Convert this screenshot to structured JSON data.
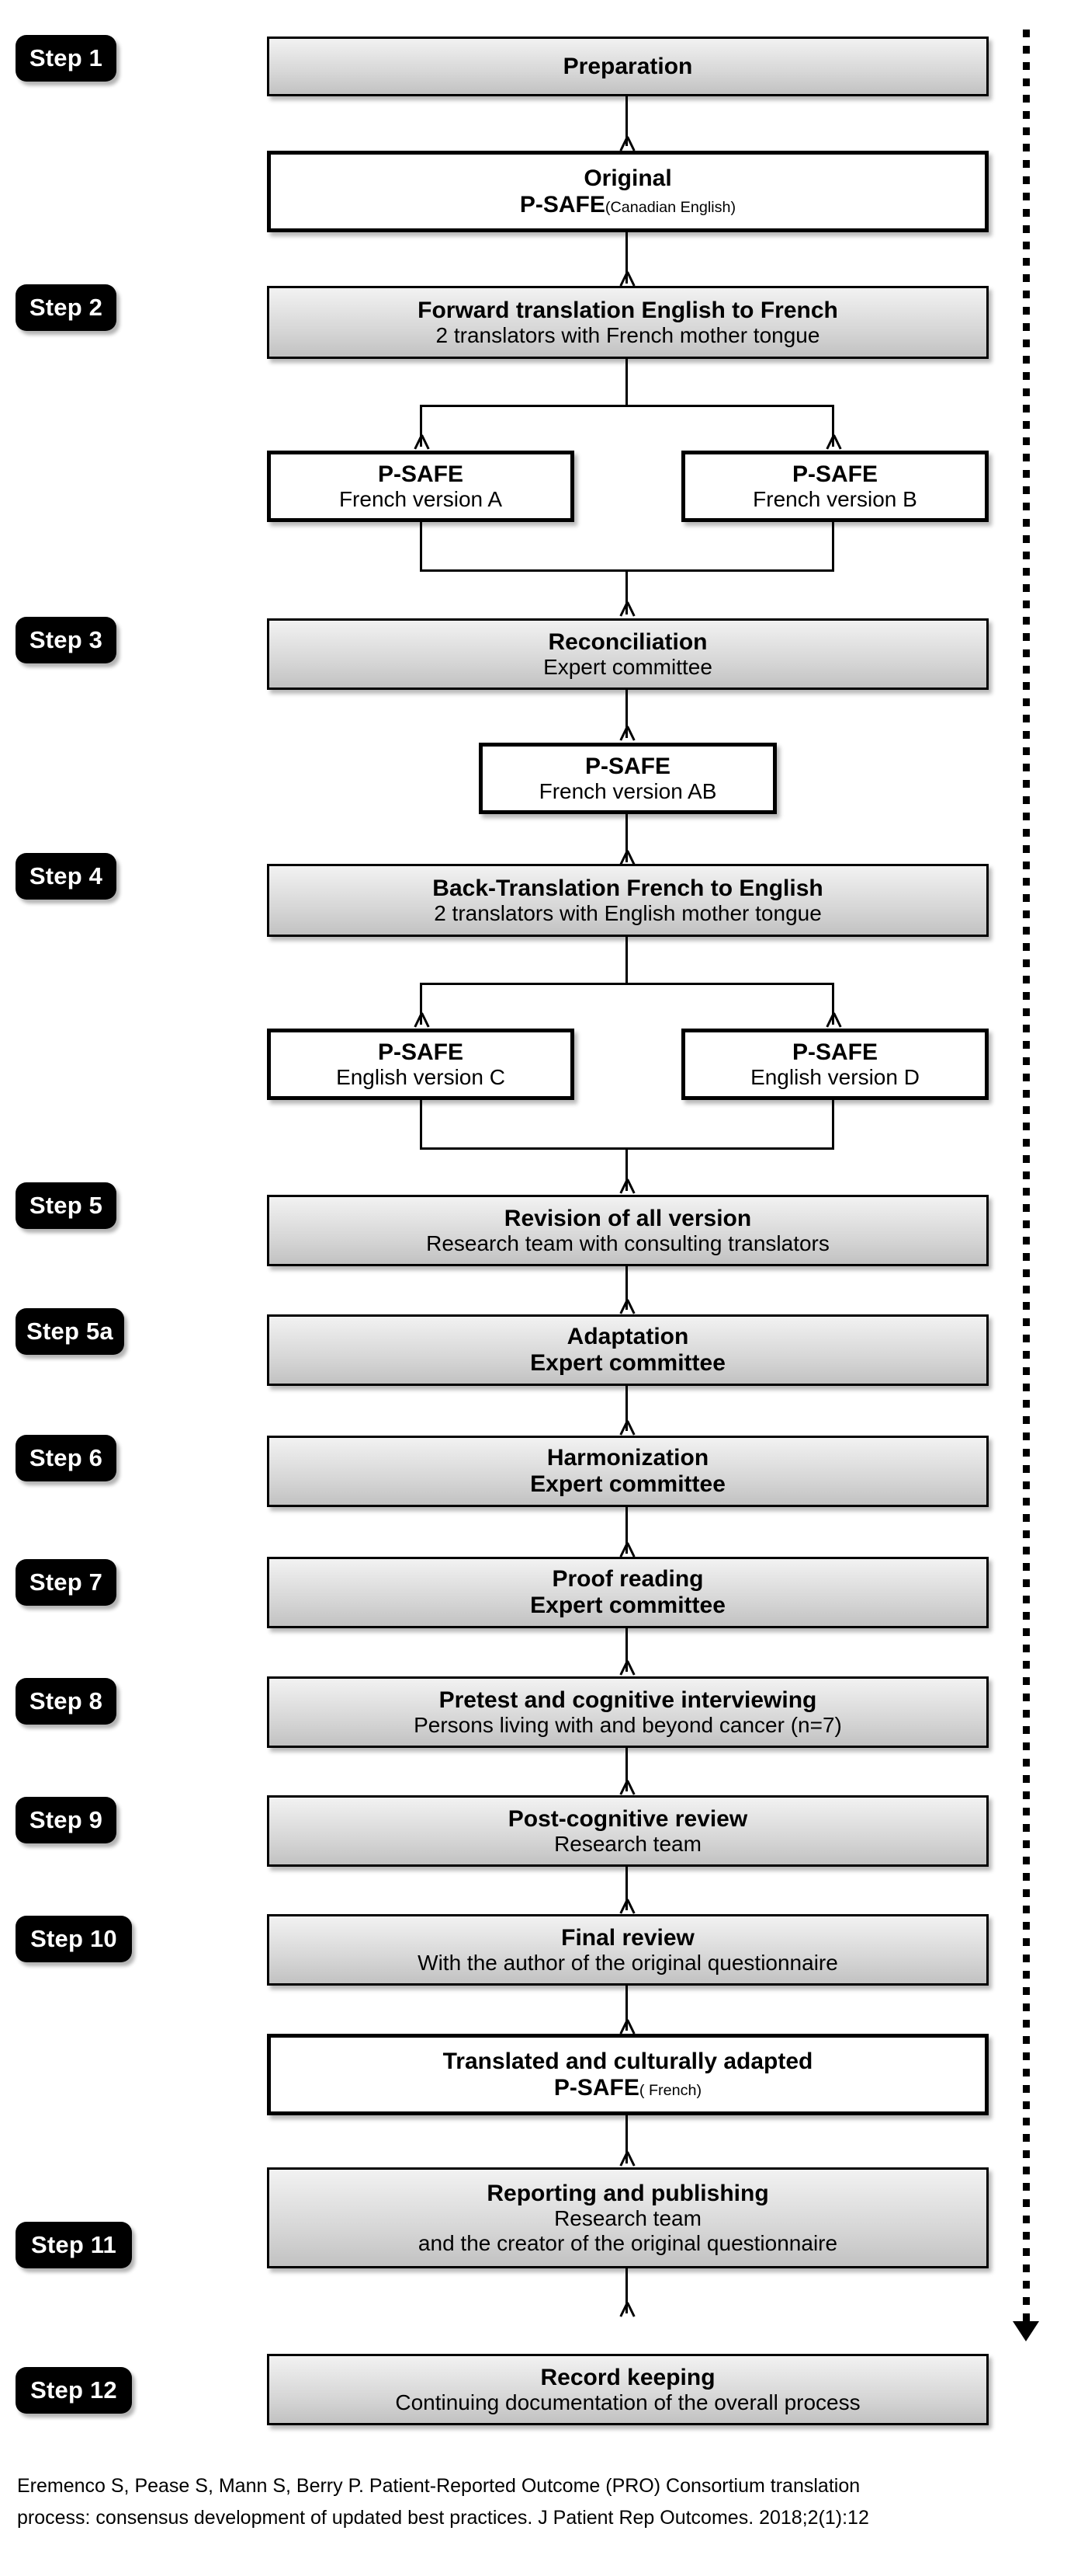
{
  "figure": {
    "title": "P-SAFE questionnaire translation and cross-cultural adaptation process",
    "type": "flowchart"
  },
  "steps": [
    {
      "id": "step1",
      "label": "Step 1"
    },
    {
      "id": "step2",
      "label": "Step 2"
    },
    {
      "id": "step3",
      "label": "Step 3"
    },
    {
      "id": "step4",
      "label": "Step 4"
    },
    {
      "id": "step5",
      "label": "Step 5"
    },
    {
      "id": "step5a",
      "label": "Step 5a"
    },
    {
      "id": "step6",
      "label": "Step 6"
    },
    {
      "id": "step7",
      "label": "Step 7"
    },
    {
      "id": "step8",
      "label": "Step 8"
    },
    {
      "id": "step9",
      "label": "Step 9"
    },
    {
      "id": "step10",
      "label": "Step 10"
    },
    {
      "id": "step11",
      "label": "Step 11"
    },
    {
      "id": "step12",
      "label": "Step 12"
    }
  ],
  "nodes": {
    "preparation": {
      "line1": "Preparation",
      "line2": ""
    },
    "original": {
      "line1": "Original",
      "line2": "P-SAFE",
      "sub": "(Canadian English)"
    },
    "forward_translation": {
      "line1": "Forward translation English to French",
      "line2": "2 translators with French mother tongue"
    },
    "french_a": {
      "line1": "P-SAFE",
      "line2": "French version A"
    },
    "french_b": {
      "line1": "P-SAFE",
      "line2": "French version B"
    },
    "reconciliation": {
      "line1": "Reconciliation",
      "line2": "Expert committee"
    },
    "french_ab": {
      "line1": "P-SAFE",
      "line2": "French version AB"
    },
    "back_translation": {
      "line1": "Back-Translation French to English",
      "line2": "2 translators with English mother tongue"
    },
    "english_c": {
      "line1": "P-SAFE",
      "line2": "English version C"
    },
    "english_d": {
      "line1": "P-SAFE",
      "line2": "English version D"
    },
    "revision": {
      "line1": "Revision of all version",
      "line2": "Research team with consulting translators"
    },
    "adaptation": {
      "line1": "Adaptation",
      "line2": "Expert committee"
    },
    "harmonization": {
      "line1": "Harmonization",
      "line2": "Expert committee"
    },
    "proof_reading": {
      "line1": "Proof reading",
      "line2": "Expert committee"
    },
    "pretest": {
      "line1": "Pretest and cognitive interviewing",
      "line2": "Persons living with and beyond cancer (n=7)"
    },
    "post_cognitive": {
      "line1": "Post-cognitive review",
      "line2": "Research team"
    },
    "final_review": {
      "line1": "Final review",
      "line2": "With the author of the original questionnaire"
    },
    "translated_psafe": {
      "line1": "Translated and culturally adapted",
      "line2": "P-SAFE",
      "sub": "( French)"
    },
    "reporting": {
      "line1": "Reporting and publishing",
      "line2": "Research team",
      "line3": "and the creator of the original questionnaire"
    },
    "record_keeping": {
      "line1": "Record keeping",
      "line2": "Continuing documentation of the overall process"
    }
  },
  "caption": {
    "line1": "Eremenco S, Pease S, Mann S, Berry P. Patient-Reported Outcome (PRO) Consortium translation",
    "line2": "process: consensus development of updated best practices. J Patient Rep Outcomes. 2018;2(1):12"
  },
  "colors": {
    "pill_background": "#000000",
    "pill_text": "#ffffff",
    "box_border": "#000000",
    "box_fill_gradient_top": "#f2f2f2",
    "box_fill_gradient_bottom": "#c2c2c2",
    "box_fill_white": "#ffffff",
    "connector": "#000000",
    "page_background": "#ffffff"
  }
}
